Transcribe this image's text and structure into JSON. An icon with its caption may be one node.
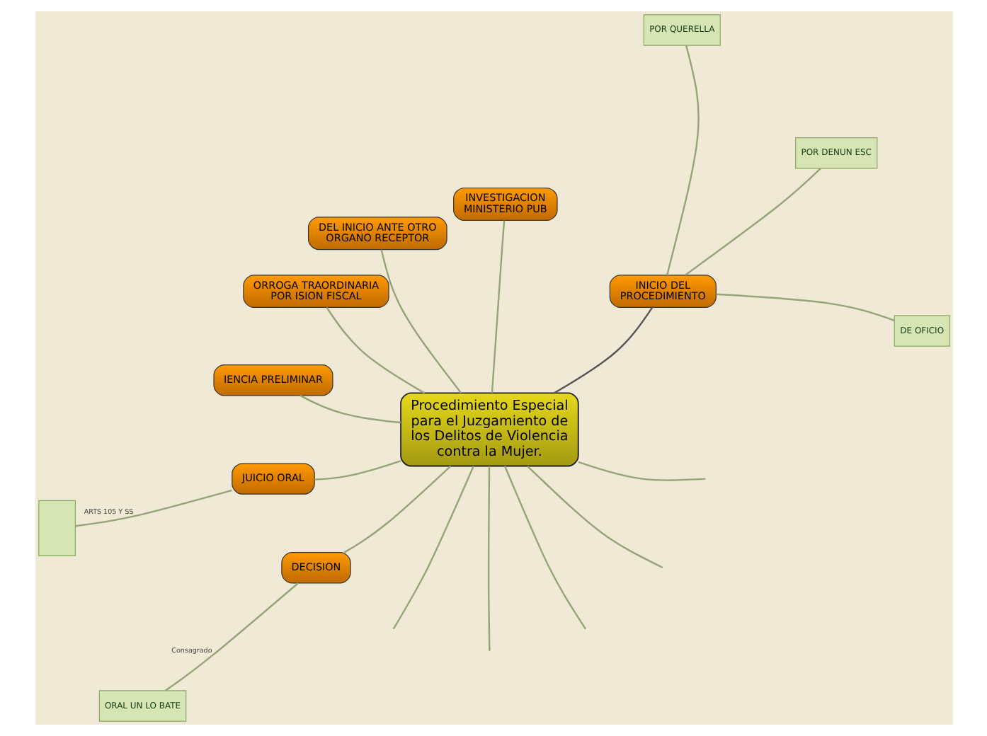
{
  "diagram": {
    "nodes": [
      {
        "text": [
          "Procedimiento Especial para el Juzgamiento de los Delitos de Violencia contra la Mujer."
        ]
      },
      {
        "text": [
          "INICIO DEL PROCEDIMIENTO"
        ]
      },
      {
        "text": [
          "DE OFICIO"
        ]
      },
      {
        "text": [
          "POR DENUN ESC"
        ]
      },
      {
        "text": [
          "POR QUERELLA"
        ]
      },
      {
        "text": [
          "INVESTIGACION MINISTERIO PUB"
        ]
      },
      {
        "text": [
          "DEL INICIO ANTE OTRO ORGANO RECEPTOR"
        ]
      },
      {
        "text": [
          "ORROGA TRAORDINARIA POR ISION FISCAL"
        ]
      },
      {
        "text": [
          "IENCIA PRELIMINAR"
        ]
      },
      {
        "text": [
          "JUICIO ORAL"
        ]
      },
      {
        "text": [],
        "shape": "box"
      },
      {
        "text": [
          "DECISION"
        ]
      },
      {
        "text": [
          "ORAL UN LO BATE"
        ]
      }
    ],
    "edges": [
      {
        "from": 0,
        "to": 1,
        "arrow": "none",
        "color": "#555555"
      },
      {
        "from": 1,
        "to": 2,
        "arrow": "none"
      },
      {
        "from": 1,
        "to": 3,
        "arrow": "none"
      },
      {
        "from": 1,
        "to": 4,
        "arrow": "none"
      },
      {
        "from": 0,
        "to": 5,
        "arrow": "none"
      },
      {
        "from": 0,
        "to": 6,
        "arrow": "none"
      },
      {
        "from": 0,
        "to": 7,
        "arrow": "none"
      },
      {
        "from": 0,
        "to": 8,
        "arrow": "none"
      },
      {
        "from": 0,
        "to": 9,
        "arrow": "none"
      },
      {
        "from": 9,
        "to": 10,
        "arrow": "none",
        "label": "ARTS 105 Y SS"
      },
      {
        "from": 0,
        "to": 11,
        "arrow": "none"
      },
      {
        "from": 11,
        "to": 12,
        "arrow": "none",
        "label": "Consagrado"
      },
      {
        "from": 0,
        "to": null,
        "arrow": "none"
      },
      {
        "from": 0,
        "to": null,
        "arrow": "none"
      },
      {
        "from": 0,
        "to": null,
        "arrow": "none"
      },
      {
        "from": 0,
        "to": null,
        "arrow": "none"
      },
      {
        "from": 0,
        "to": null,
        "arrow": "none"
      }
    ]
  }
}
